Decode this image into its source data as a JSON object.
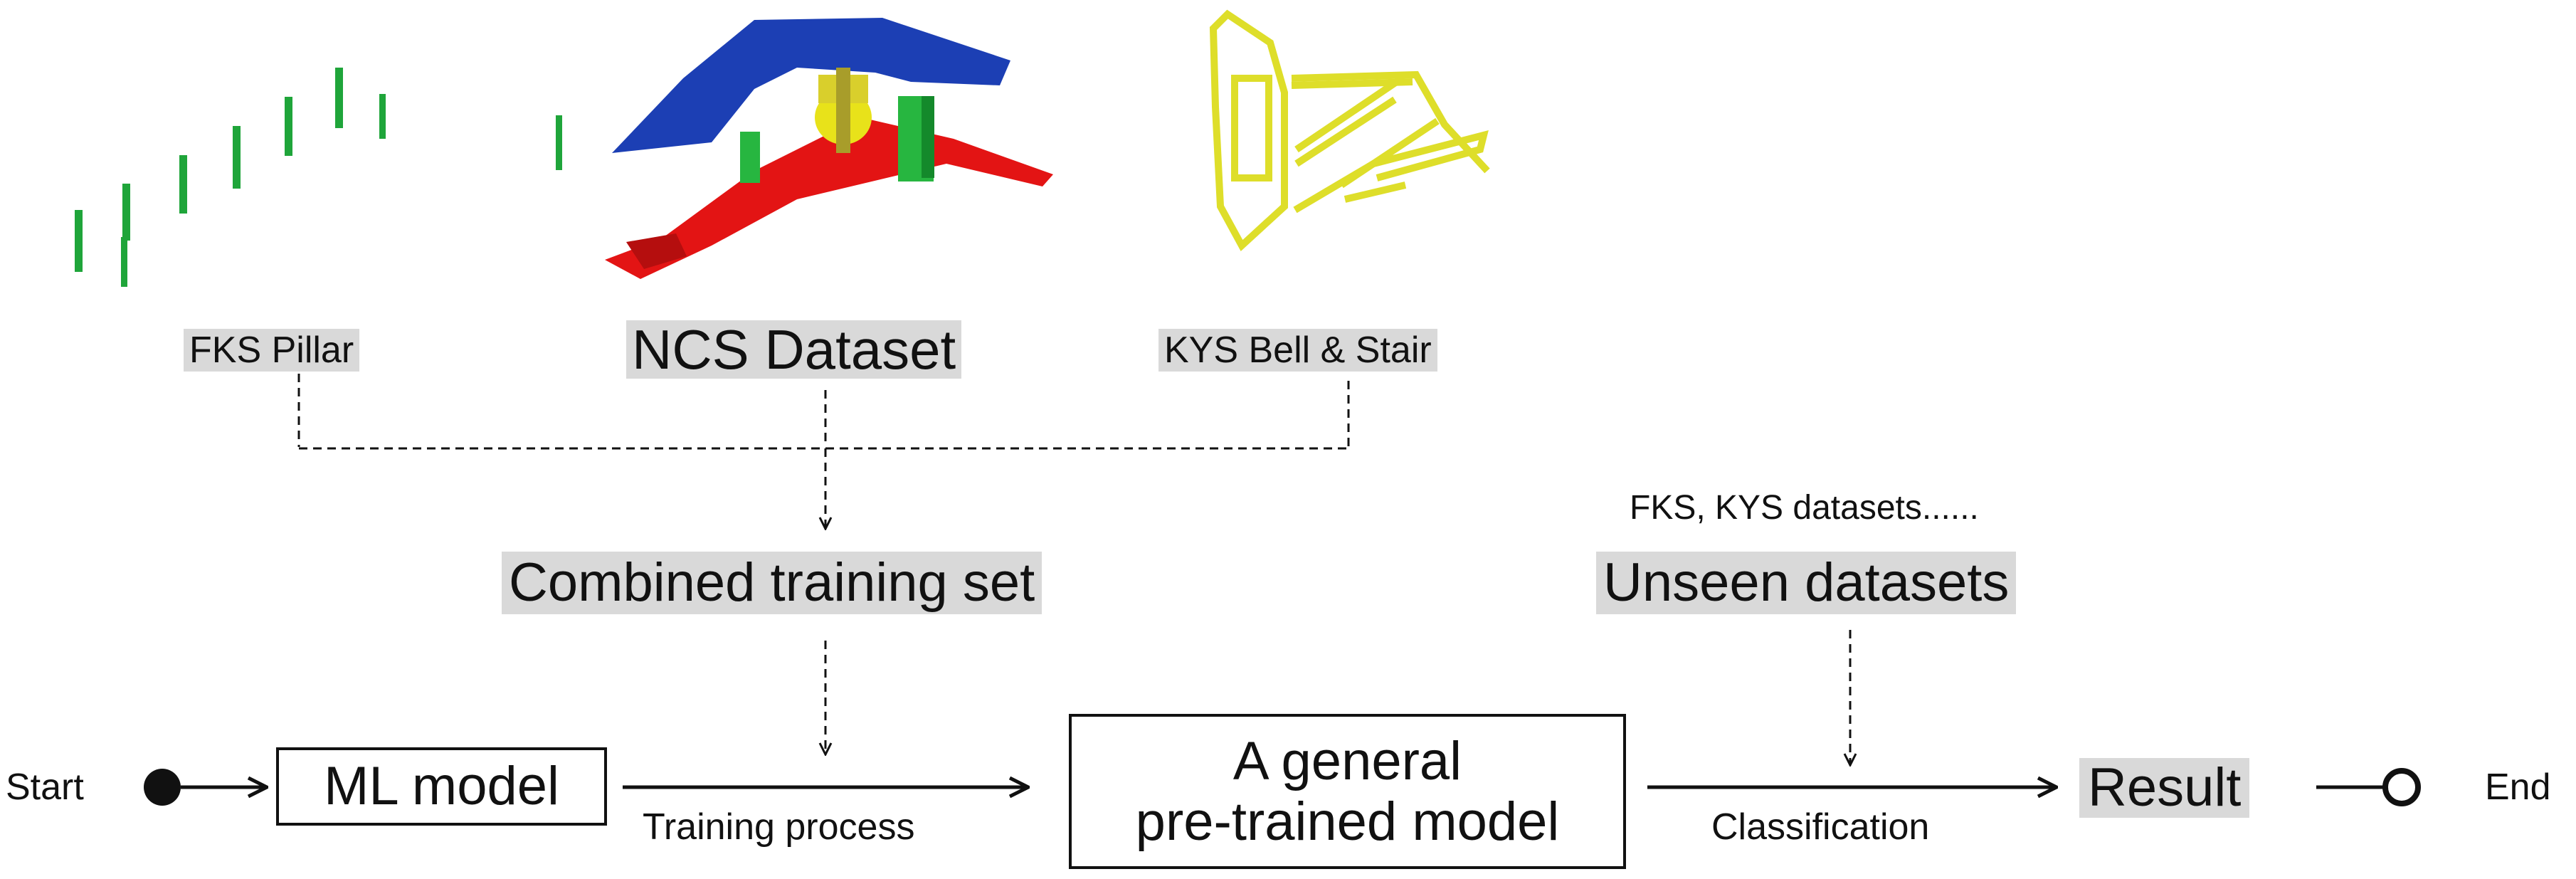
{
  "datasets": {
    "fks": "FKS Pillar",
    "ncs": "NCS Dataset",
    "kys": "KYS Bell & Stair"
  },
  "combined": "Combined training set",
  "unseen": {
    "caption": "FKS, KYS datasets......",
    "label": "Unseen datasets"
  },
  "flow": {
    "start": "Start",
    "model": "ML model",
    "training": "Training process",
    "pretrained_line1": "A general",
    "pretrained_line2": "pre-trained model",
    "classification": "Classification",
    "result": "Result",
    "end": "End"
  },
  "colors": {
    "pillar": "#1fa53a",
    "ncs_roof": "#1c3fb4",
    "ncs_floor": "#e31414",
    "ncs_wall": "#27b640",
    "ncs_bell": "#e8e21a",
    "kys": "#dede2a",
    "label_bg": "#d9d9d9"
  }
}
